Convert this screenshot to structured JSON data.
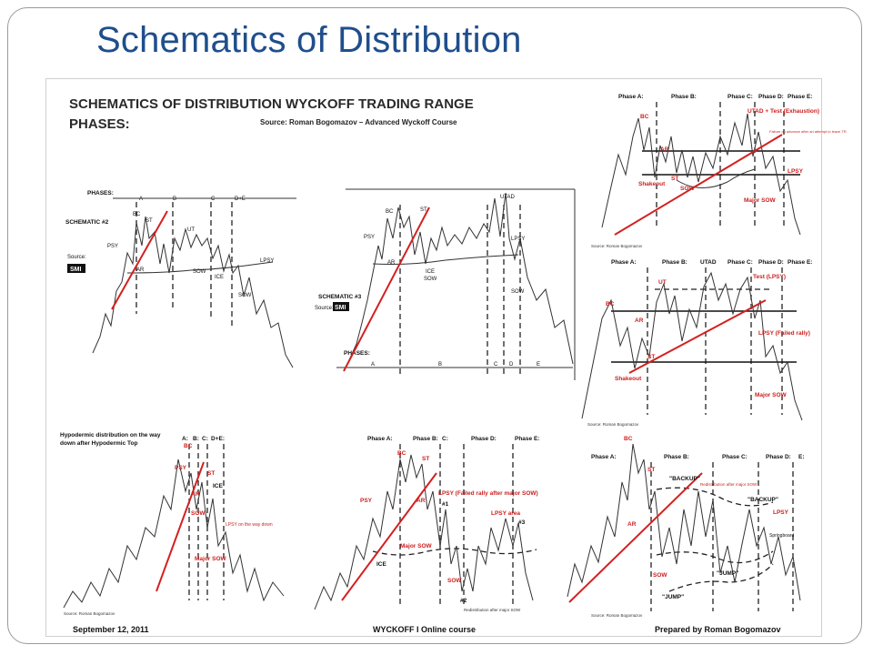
{
  "slide": {
    "title": "Schematics of Distribution"
  },
  "poster": {
    "title_line1": "SCHEMATICS OF DISTRIBUTION WYCKOFF TRADING RANGE",
    "title_line2": "PHASES:",
    "source": "Source: Roman Bogomazov – Advanced Wyckoff Course"
  },
  "footer": {
    "date": "September 12, 2011",
    "course": "WYCKOFF I Online course",
    "author": "Prepared by Roman Bogomazov"
  },
  "panels": {
    "tl": {
      "schematic": "SCHEMATIC #2",
      "phases": "PHASES:",
      "source": "Source:",
      "logo": "SMI",
      "phase_labels": [
        "A",
        "B",
        "C",
        "D+E"
      ],
      "labels": [
        "PSY",
        "BC",
        "AR",
        "ST",
        "UT",
        "LPSY",
        "ICE",
        "SOW",
        "SOW"
      ]
    },
    "tm": {
      "schematic": "SCHEMATIC #3",
      "phases": "PHASES:",
      "source": "Source:",
      "logo": "SMI",
      "phase_labels": [
        "A",
        "B",
        "C",
        "D",
        "E"
      ],
      "labels": [
        "PSY",
        "BC",
        "AR",
        "ST",
        "UTAD",
        "LPSY",
        "ICE",
        "SOW",
        "SOW"
      ]
    },
    "tr": {
      "phase_labels": [
        "Phase A:",
        "Phase B:",
        "Phase C:",
        "Phase D:",
        "Phase E:"
      ],
      "labels": [
        "BC",
        "AR",
        "ST",
        "Shakeout",
        "SOW",
        "UTAD + Test (Exhaustion)",
        "Failure on advance after an attempt to leave TR",
        "LPSY",
        "Major SOW"
      ],
      "source": "Source: Roman Bogomazov"
    },
    "mr": {
      "phase_labels": [
        "Phase A:",
        "Phase B:",
        "UTAD",
        "Phase C:",
        "Phase D:",
        "Phase E:"
      ],
      "labels": [
        "BC",
        "AR",
        "ST",
        "UT",
        "Shakeout",
        "Test (LPSY)",
        "LPSY (Failed rally)",
        "Major SOW"
      ],
      "source": "Source: Roman Bogomazov"
    },
    "bl": {
      "title_line1": "Hypodermic distribution on the way",
      "title_line2": "down after Hypodermic Top",
      "phase_labels": [
        "A:",
        "B:",
        "C:",
        "D+E:"
      ],
      "labels": [
        "BC",
        "PSY",
        "AR",
        "ST",
        "ICE",
        "SOW",
        "Major SOW",
        "LPSY on the way down"
      ],
      "source": "Source: Roman Bogomazov"
    },
    "bm": {
      "phase_labels": [
        "Phase A:",
        "Phase B:",
        "C:",
        "Phase D:",
        "Phase E:"
      ],
      "labels": [
        "PSY",
        "BC",
        "ST",
        "AR",
        "LPSY (Failed rally after major SOW)",
        "#1",
        "Major SOW",
        "ICE",
        "SOW",
        "LPSY area",
        "#3",
        "#2",
        "Redistribution after major SOW"
      ]
    },
    "br": {
      "phase_labels": [
        "Phase A:",
        "Phase B:",
        "Phase C:",
        "Phase D:",
        "E:"
      ],
      "labels": [
        "BC",
        "ST",
        "AR",
        "\"BACKUP\"",
        "Redistribution after major SOW",
        "\"BACKUP\"",
        "LPSY",
        "Springboard",
        "SOW",
        "\"JUMP\"",
        "\"JUMP\""
      ],
      "source": "Source: Roman Bogomazov"
    }
  },
  "colors": {
    "title": "#1f4e8c",
    "trend": "#d42020",
    "label_red": "#cc1f1f",
    "line": "#333333"
  }
}
